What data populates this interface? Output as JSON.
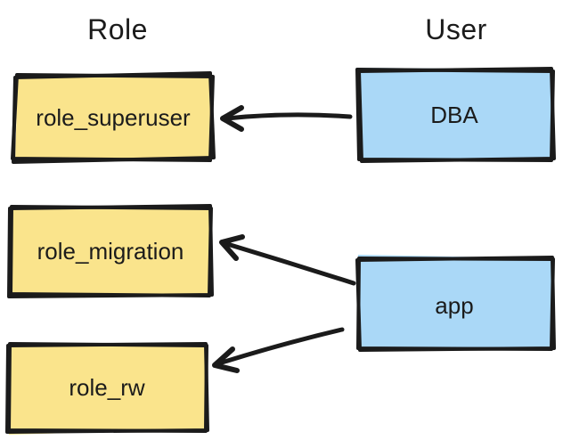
{
  "diagram": {
    "headers": {
      "role": "Role",
      "user": "User"
    },
    "nodes": {
      "role_superuser": {
        "label": "role_superuser",
        "type": "role"
      },
      "role_migration": {
        "label": "role_migration",
        "type": "role"
      },
      "role_rw": {
        "label": "role_rw",
        "type": "role"
      },
      "dba": {
        "label": "DBA",
        "type": "user"
      },
      "app": {
        "label": "app",
        "type": "user"
      }
    },
    "edges": [
      {
        "from": "DBA",
        "to": "role_superuser"
      },
      {
        "from": "app",
        "to": "role_migration"
      },
      {
        "from": "app",
        "to": "role_rw"
      }
    ],
    "colors": {
      "role_fill": "#FAE48C",
      "user_fill": "#AAD8F7",
      "stroke": "#1B1B1B",
      "background": "#FFFFFF"
    }
  }
}
